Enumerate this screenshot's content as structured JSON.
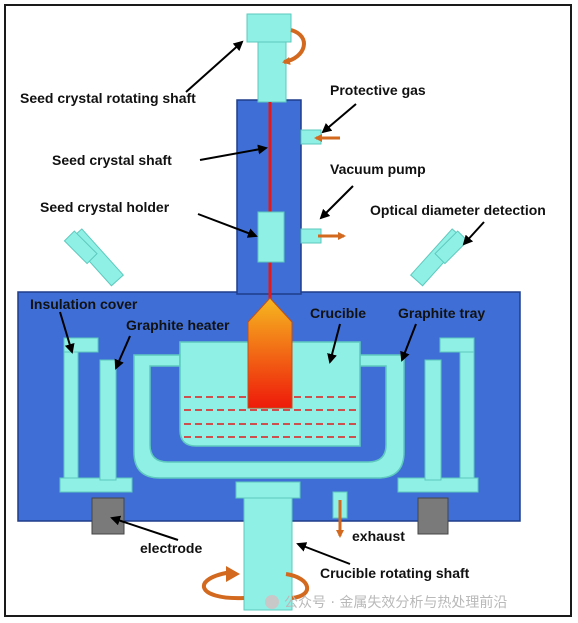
{
  "colors": {
    "chamber": "#3f6fd6",
    "chamber_border": "#1f3d8a",
    "cyan": "#8ff0e6",
    "cyan_dark": "#5ec9be",
    "arrow_orange": "#d2691e",
    "shaft_red": "#e01a1a",
    "electrode_gray": "#7a7a7a",
    "crystal_top": "#f4a51c",
    "crystal_bottom": "#f01a0a"
  },
  "labels": {
    "seed_rotating_shaft": "Seed crystal rotating shaft",
    "protective_gas": "Protective gas",
    "seed_shaft": "Seed crystal shaft",
    "vacuum_pump": "Vacuum pump",
    "seed_holder": "Seed crystal holder",
    "optical_detection": "Optical diameter detection",
    "insulation_cover": "Insulation cover",
    "graphite_heater": "Graphite heater",
    "crucible": "Crucible",
    "graphite_tray": "Graphite tray",
    "electrode": "electrode",
    "exhaust": "exhaust",
    "crucible_rotating_shaft": "Crucible rotating shaft"
  },
  "watermark": "公众号 · 金属失效分析与热处理前沿"
}
